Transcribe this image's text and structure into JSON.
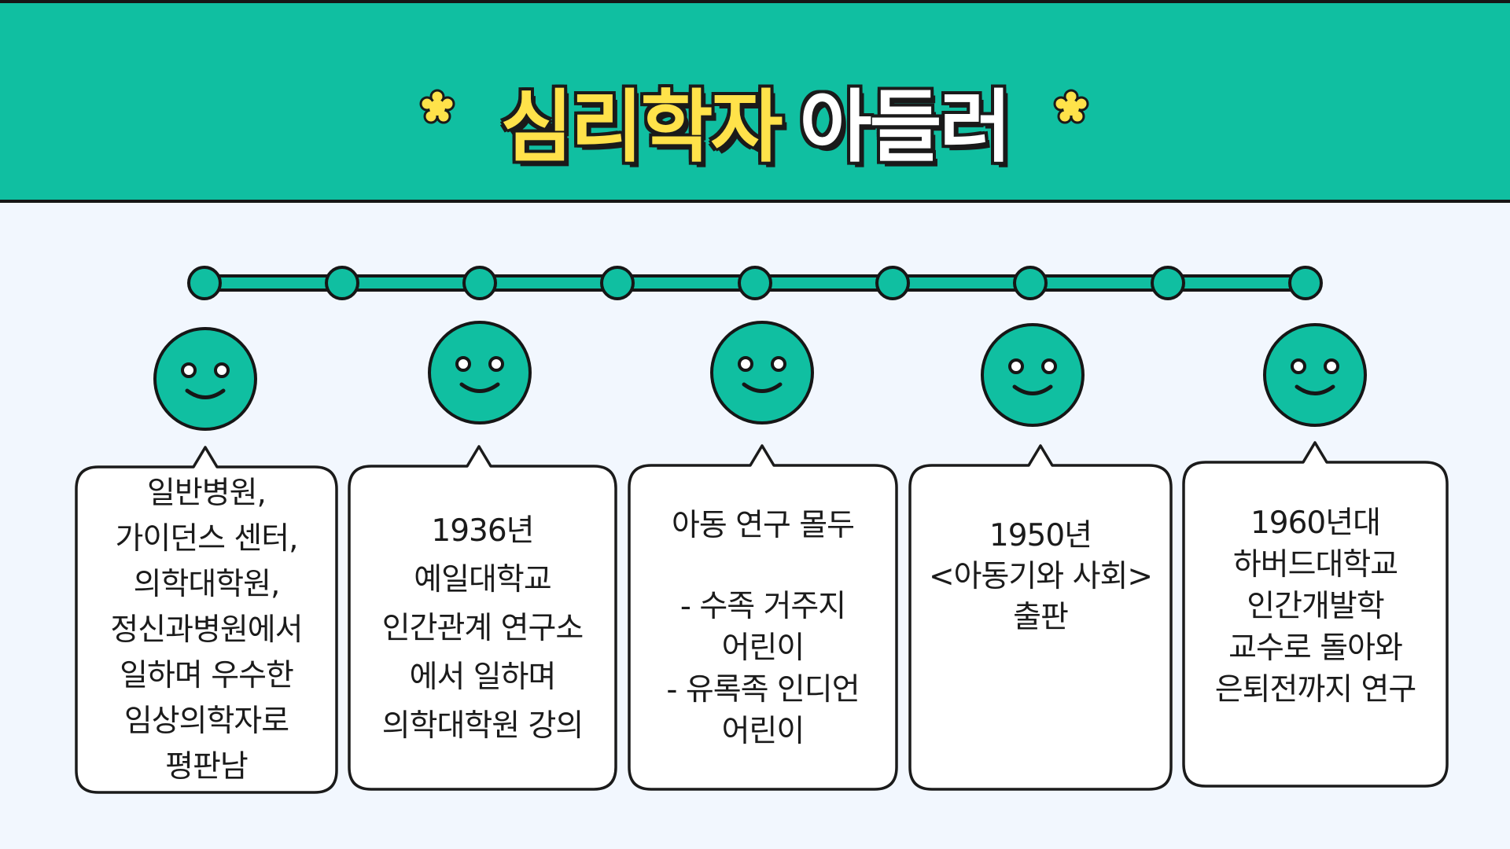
{
  "title": {
    "part_a": "심리학자",
    "part_b": "아들러"
  },
  "colors": {
    "header_bg": "#10bfa1",
    "accent_green": "#10bfa1",
    "title_yellow": "#ffe24a",
    "outline": "#1a1a1a",
    "page_bg": "#f2f7fe",
    "bubble_bg": "#ffffff"
  },
  "icons": {
    "decoration": "star-flower-icon",
    "face": "smiley-face-icon",
    "timeline": "timeline-dots"
  },
  "timeline": {
    "dot_count": 9
  },
  "entries": [
    {
      "lines": [
        "일반병원,",
        "가이던스 센터,",
        "의학대학원,",
        "정신과병원에서",
        "일하며 우수한",
        "임상의학자로",
        "평판남"
      ]
    },
    {
      "lines": [
        "1936년",
        "예일대학교",
        "인간관계 연구소",
        "에서 일하며",
        "의학대학원 강의"
      ]
    },
    {
      "lines": [
        "아동 연구 몰두",
        "",
        "- 수족 거주지",
        "어린이",
        "- 유록족 인디언",
        "어린이"
      ]
    },
    {
      "lines": [
        "1950년",
        "<아동기와 사회>",
        "출판"
      ]
    },
    {
      "lines": [
        "1960년대",
        "하버드대학교",
        "인간개발학",
        "교수로 돌아와",
        "은퇴전까지 연구"
      ]
    }
  ]
}
